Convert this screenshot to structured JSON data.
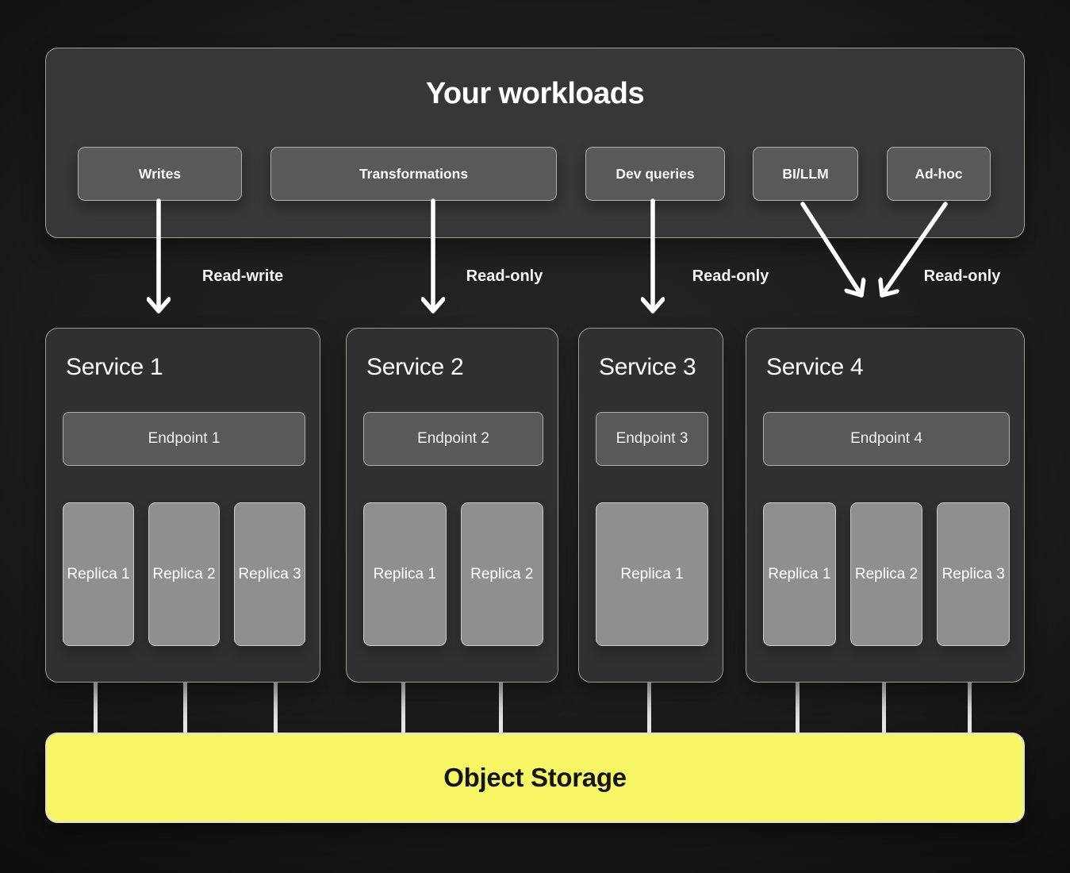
{
  "diagram": {
    "workloads": {
      "title": "Your workloads",
      "items": [
        "Writes",
        "Transformations",
        "Dev queries",
        "BI/LLM",
        "Ad-hoc"
      ]
    },
    "flow_labels": [
      "Read-write",
      "Read-only",
      "Read-only",
      "Read-only"
    ],
    "services": [
      {
        "title": "Service 1",
        "endpoint": "Endpoint 1",
        "replicas": [
          "Replica 1",
          "Replica 2",
          "Replica 3"
        ]
      },
      {
        "title": "Service 2",
        "endpoint": "Endpoint 2",
        "replicas": [
          "Replica 1",
          "Replica 2"
        ]
      },
      {
        "title": "Service 3",
        "endpoint": "Endpoint 3",
        "replicas": [
          "Replica 1"
        ]
      },
      {
        "title": "Service 4",
        "endpoint": "Endpoint 4",
        "replicas": [
          "Replica 1",
          "Replica 2",
          "Replica 3"
        ]
      }
    ],
    "storage": {
      "label": "Object Storage"
    },
    "colors": {
      "panel_fill": "#373737",
      "service_fill": "#303030",
      "chip_fill": "#595959",
      "replica_fill": "#8f8f8f",
      "storage_fill": "#f7f766",
      "arrow": "#ffffff"
    }
  }
}
